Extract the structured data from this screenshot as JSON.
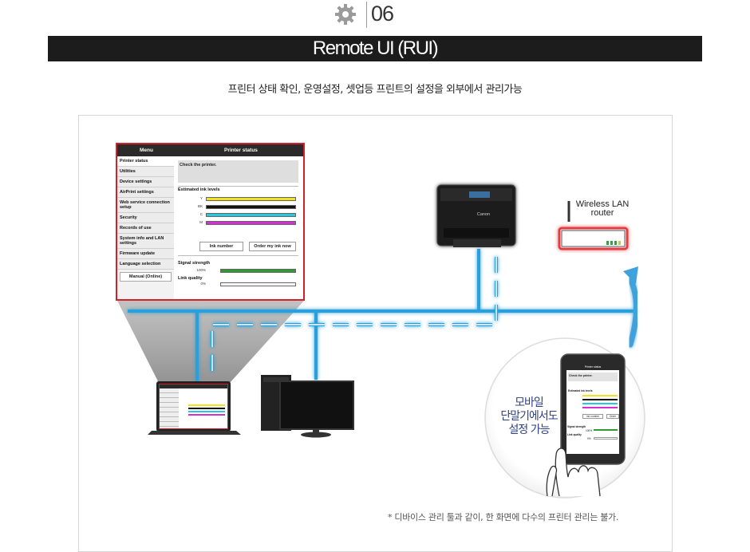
{
  "header": {
    "step_number": "06",
    "title": "Remote UI (RUI)",
    "subtitle": "프린터 상태 확인, 운영설정, 셋업등 프린트의 설정을 외부에서 관리가능"
  },
  "rui": {
    "menu_header": "Menu",
    "page_header": "Printer status",
    "menu_items": [
      "Printer status",
      "Utilities",
      "Device settings",
      "AirPrint settings",
      "Web service connection setup",
      "Security",
      "Records of use",
      "System info and LAN settings",
      "Firmware update",
      "Language selection"
    ],
    "manual_button": "Manual (Online)",
    "status_message": "Check the printer.",
    "ink_section": "Estimated ink levels",
    "inks": [
      {
        "label": "Y",
        "level": 1.0,
        "color": "#f2e21c"
      },
      {
        "label": "BK",
        "level": 1.0,
        "color": "#111111"
      },
      {
        "label": "C",
        "level": 1.0,
        "color": "#25c8de"
      },
      {
        "label": "M",
        "level": 1.0,
        "color": "#d42fd1"
      }
    ],
    "ink_number_button": "Ink number",
    "order_ink_button": "Order my ink now",
    "signal_section": "Signal strength",
    "signal_pct": "100%",
    "signal_level": 1.0,
    "link_section": "Link quality",
    "link_pct": "0%",
    "link_level": 0.0
  },
  "printer": {
    "brand": "Canon"
  },
  "router": {
    "label": "Wireless LAN router"
  },
  "mobile": {
    "label_lines": [
      "모바일",
      "단말기에서도",
      "설정 가능"
    ],
    "screen_header": "Printer status",
    "screen_status": "Check the printer.",
    "screen_ink_label": "Estimated ink levels",
    "screen_ink_button": "Ink number",
    "screen_order_button": "Order",
    "screen_signal": "Signal strength",
    "screen_signal_pct": "100%",
    "screen_link": "Link quality",
    "screen_link_pct": "0%"
  },
  "footnote": "* 디바이스 관리 툴과 같이, 한 화면에 다수의 프린터 관리는 불가.",
  "colors": {
    "network_line": "#2b9fd9",
    "highlight_red": "#d3202a",
    "title_bar": "#1c1c1c",
    "mobile_text": "#2f3f85"
  }
}
